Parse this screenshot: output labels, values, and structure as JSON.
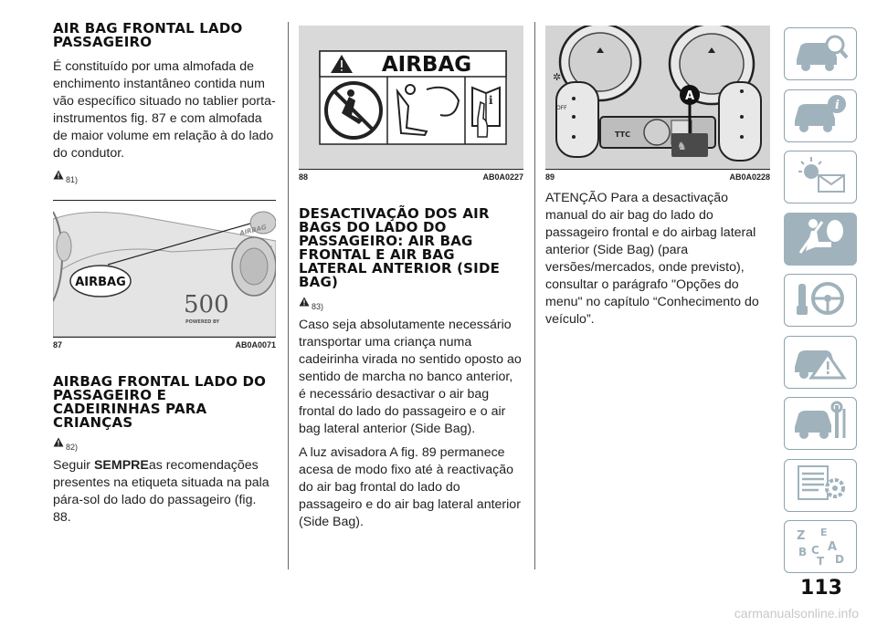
{
  "column1": {
    "heading1": "AIR BAG FRONTAL LADO PASSAGEIRO",
    "para1": "É constituído por uma almofada de enchimento instantâneo contida num vão específico situado no tablier porta-instrumentos fig. 87 e com almofada de maior volume em relação à do lado do condutor.",
    "warn1": "81)",
    "figure87": {
      "number": "87",
      "code": "AB0A0071",
      "airbag_label": "AIRBAG",
      "dash_text": "AIRBAG",
      "logo": "500",
      "powered_by": "POWERED BY"
    },
    "heading2": "AIRBAG FRONTAL LADO DO PASSAGEIRO E CADEIRINHAS PARA CRIANÇAS",
    "warn2": "82)",
    "para2_prefix": "Seguir ",
    "para2_strong": "SEMPRE",
    "para2_rest": "as recomendações presentes na etiqueta situada na pala pára-sol do lado do passageiro (fig. 88."
  },
  "column2": {
    "figure88": {
      "number": "88",
      "code": "AB0A0227",
      "label_text": "AIRBAG"
    },
    "heading": "DESACTIVAÇÃO DOS AIR BAGS DO LADO DO PASSAGEIRO: AIR BAG FRONTAL E AIR BAG LATERAL ANTERIOR (SIDE BAG)",
    "warn": "83)",
    "para1": "Caso seja absolutamente necessário transportar uma criança numa cadeirinha virada no sentido oposto ao sentido de marcha no banco anterior, é necessário desactivar o air bag frontal do lado do passageiro e o air bag lateral anterior (Side Bag).",
    "para2": "A luz avisadora A fig. 89 permanece acesa de modo fixo até à reactivação do air bag frontal do lado do passageiro e do air bag lateral anterior (Side Bag)."
  },
  "column3": {
    "figure89": {
      "number": "89",
      "code": "AB0A0228",
      "callout": "A",
      "off_label": "OFF",
      "ttc_label": "TTC"
    },
    "para": "ATENÇÃO Para a desactivação manual do air bag do lado do passageiro frontal e do airbag lateral anterior (Side Bag) (para versões/mercados, onde previsto), consultar o parágrafo \"Opções do menu\" no capítulo “Conhecimento do veículo”."
  },
  "sidebar": {
    "tabs": [
      {
        "icon": "car-search-icon",
        "active": false
      },
      {
        "icon": "car-info-icon",
        "active": false
      },
      {
        "icon": "light-mail-icon",
        "active": false
      },
      {
        "icon": "seat-airbag-icon",
        "active": true
      },
      {
        "icon": "key-steering-icon",
        "active": false
      },
      {
        "icon": "car-warning-icon",
        "active": false
      },
      {
        "icon": "car-tools-icon",
        "active": false
      },
      {
        "icon": "list-settings-icon",
        "active": false
      },
      {
        "icon": "alphabet-index-icon",
        "active": false
      }
    ],
    "alphabet_letters": [
      "Z",
      "E",
      "B",
      "A",
      "C",
      "T",
      "D"
    ]
  },
  "page_number": "113",
  "watermark": "carmanualsonline.info",
  "colors": {
    "tab_border": "#8fa3ae",
    "tab_active": "#a0b2bc",
    "figure_bg": "#d9d9d9",
    "callout": "#111111"
  }
}
